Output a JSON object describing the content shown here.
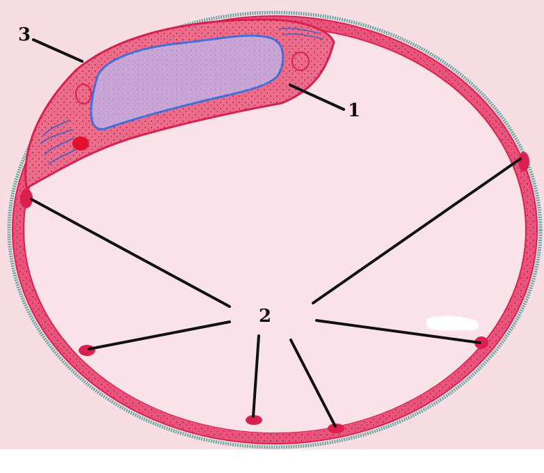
{
  "labels": {
    "nucleus_region": "1",
    "cell_junctions": "2",
    "basement_membrane": "3"
  },
  "colors": {
    "background": "#f8dde3",
    "cytoplasm": "#e9547c",
    "cytoplasm_light": "#f3a0b2",
    "membrane_outline": "#d9204f",
    "nucleus_fill": "#c9a6d6",
    "nucleus_outline": "#3f6fd8",
    "basement": "#6aa7a3",
    "leader": "#111111"
  },
  "icons": {
    "diagram": "capillary-cross-section"
  }
}
